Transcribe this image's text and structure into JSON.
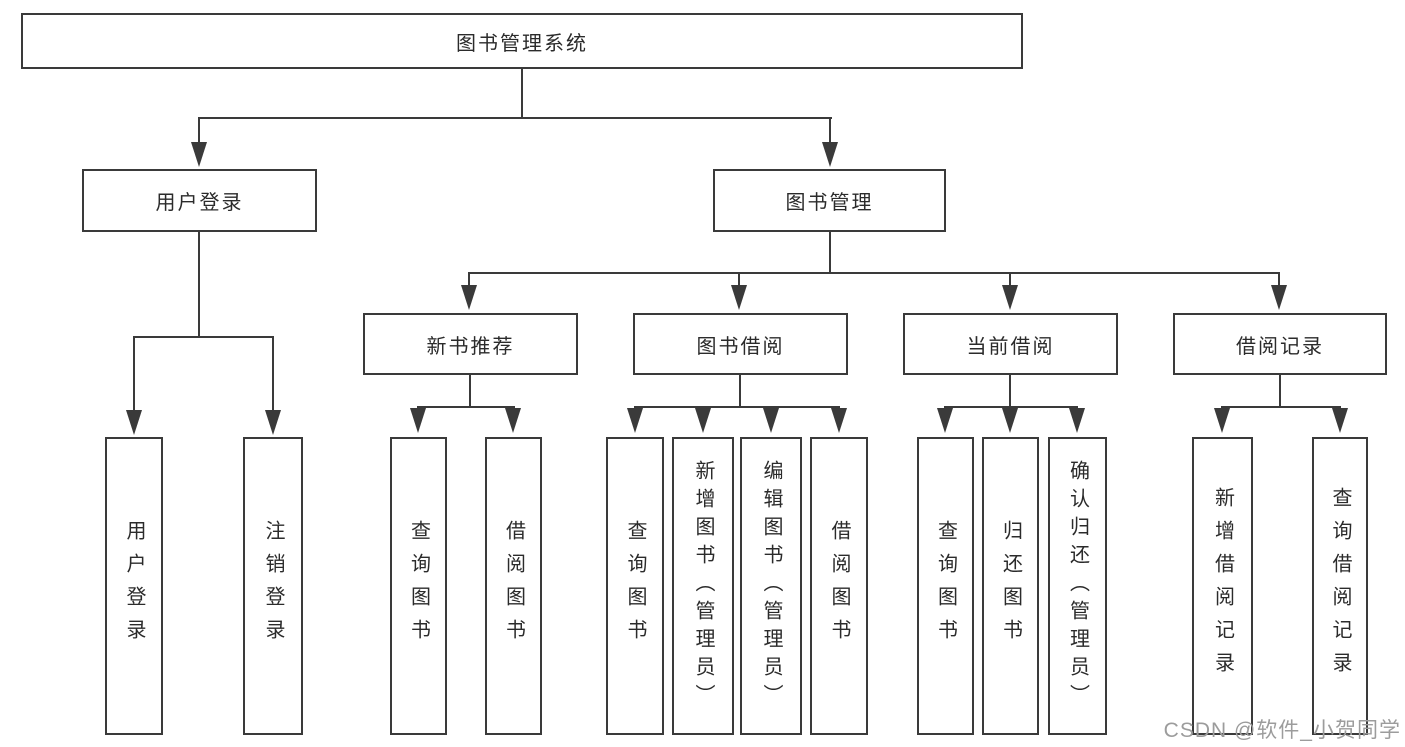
{
  "tree": {
    "root": {
      "label": "图书管理系统"
    },
    "branches": [
      {
        "label": "用户登录",
        "children": [
          {
            "label": "用户登录"
          },
          {
            "label": "注销登录"
          }
        ]
      },
      {
        "label": "图书管理",
        "children": [
          {
            "label": "新书推荐",
            "children": [
              {
                "label": "查询图书"
              },
              {
                "label": "借阅图书"
              }
            ]
          },
          {
            "label": "图书借阅",
            "children": [
              {
                "label": "查询图书"
              },
              {
                "label": "新增图书（管理员）"
              },
              {
                "label": "编辑图书（管理员）"
              },
              {
                "label": "借阅图书"
              }
            ]
          },
          {
            "label": "当前借阅",
            "children": [
              {
                "label": "查询图书"
              },
              {
                "label": "归还图书"
              },
              {
                "label": "确认归还（管理员）"
              }
            ]
          },
          {
            "label": "借阅记录",
            "children": [
              {
                "label": "新增借阅记录"
              },
              {
                "label": "查询借阅记录"
              }
            ]
          }
        ]
      }
    ]
  },
  "watermark": "CSDN @软件_小贺同学",
  "colors": {
    "line": "#3a3a3a",
    "text": "#2b2b2b",
    "watermark": "#9c9c9c",
    "background": "#ffffff"
  }
}
